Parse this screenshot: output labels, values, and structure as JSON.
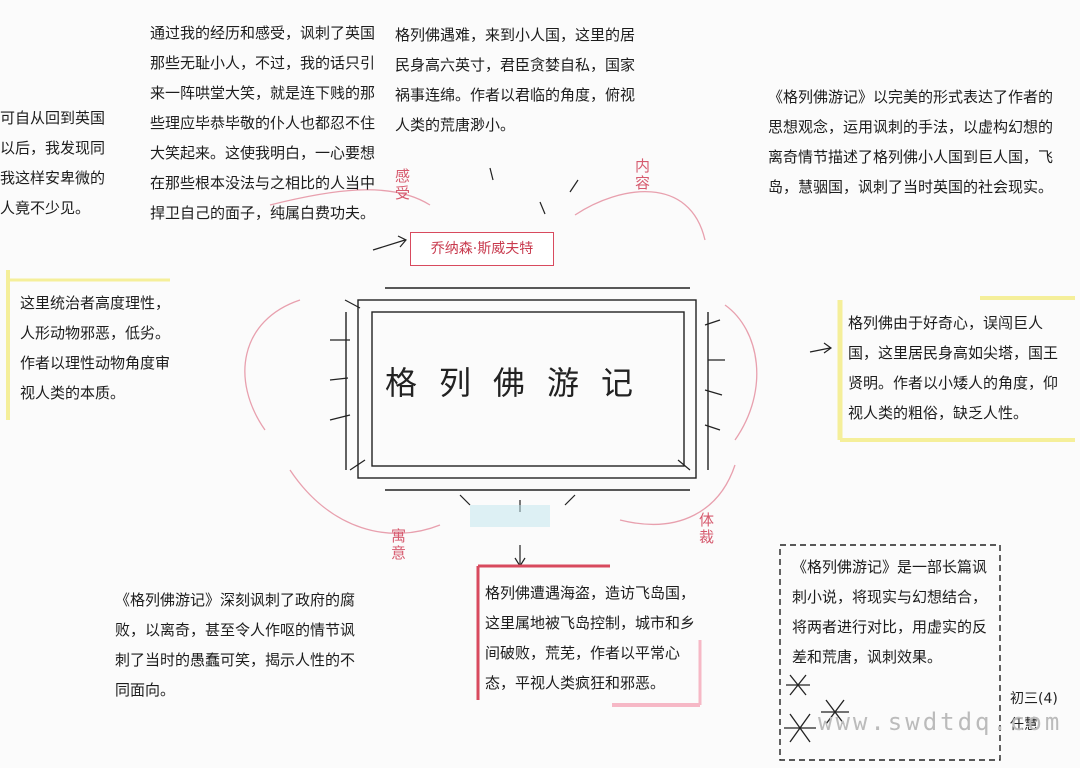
{
  "title": "格列佛游记",
  "author": "乔纳森·斯威夫特",
  "branches": {
    "feelings_label": "感受",
    "feelings": "通过我的经历和感受，讽刺了英国那些无耻小人，不过，我的话只引来一阵哄堂大笑，就是连下贱的那些理应毕恭毕敬的仆人也都忍不住大笑起来。这使我明白，一心要想在那些根本没法与之相比的人当中捍卫自己的面子，纯属白费功夫。",
    "content_label": "内容",
    "content": "格列佛遇难，来到小人国，这里的居民身高六英寸，君臣贪婪自私，国家祸事连绵。作者以君临的角度，俯视人类的荒唐渺小。",
    "left_top": "可自从回到英国以后，我发现同我这样安卑微的人竟不少见。",
    "left_mid": "这里统治者高度理性，人形动物邪恶，低劣。作者以理性动物角度审视人类的本质。",
    "right_top": "《格列佛游记》以完美的形式表达了作者的思想观念，运用讽刺的手法，以虚构幻想的离奇情节描述了格列佛小人国到巨人国，飞岛，慧骃国，讽刺了当时英国的社会现实。",
    "right_mid": "格列佛由于好奇心，误闯巨人国，这里居民身高如尖塔，国王贤明。作者以小矮人的角度，仰视人类的粗俗，缺乏人性。",
    "meaning_label": "寓意",
    "meaning": "《格列佛游记》深刻讽刺了政府的腐败，以离奇，甚至令人作呕的情节讽刺了当时的愚蠢可笑，揭示人性的不同面向。",
    "bottom_center": "格列佛遭遇海盗，造访飞岛国，这里属地被飞岛控制，城市和乡间破败，荒芜，作者以平常心态，平视人类疯狂和邪恶。",
    "genre_label": "体裁",
    "genre": "《格列佛游记》是一部长篇讽刺小说，将现实与幻想结合，将两者进行对比，用虚实的反差和荒唐，讽刺效果。"
  },
  "signature": {
    "class": "初三(4)",
    "name": "任慧"
  },
  "watermark": "www.swdtdq.com",
  "colors": {
    "accent": "#d84a5e",
    "highlight_yellow": "#f5ef9a",
    "highlight_pink": "#f6b8c6",
    "line_pink": "#e8a0ae"
  }
}
